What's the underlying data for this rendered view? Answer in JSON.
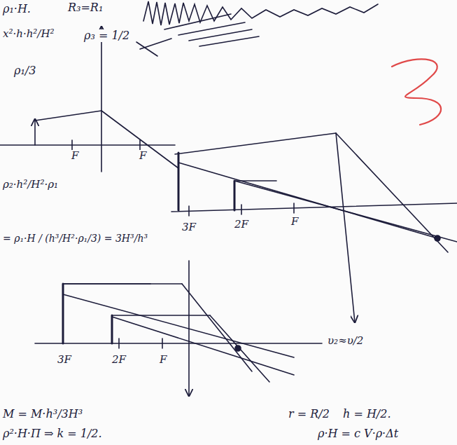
{
  "diagram": {
    "labels": [
      "ρ₁·H.",
      "R₃=R₁",
      "x²·h·h²/H²",
      "ρ₃ = 1/2",
      "ρ₁/3",
      "F",
      "F",
      "ρ₂·h²/H²·ρ₁",
      "= ρ₁·H / (h³/H²·ρ₁/3) = 3H³/h³",
      "3F",
      "2F",
      "F",
      "3F",
      "2F",
      "F",
      "υ₂≈υ/2",
      "M = M·h³/3H³",
      "r = R/2",
      "h = H/2.",
      "ρ²·H·Π ⇒ k = 1/2.",
      "ρ·H = c V·ρ·Δt"
    ]
  }
}
